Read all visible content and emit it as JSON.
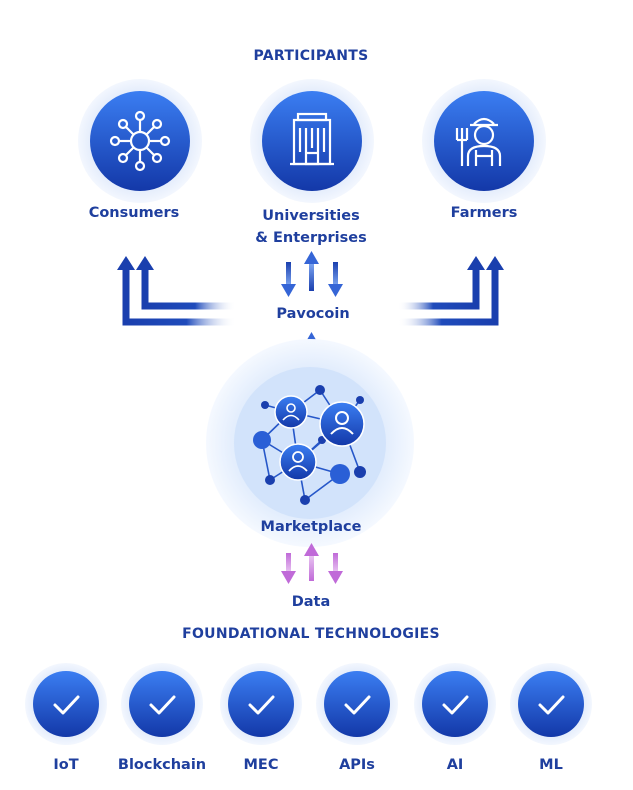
{
  "participants": {
    "heading": "PARTICIPANTS",
    "items": [
      {
        "label": "Consumers",
        "icon": "network-hub-icon"
      },
      {
        "label": "Universities\n& Enterprises",
        "icon": "building-icon"
      },
      {
        "label": "Farmers",
        "icon": "farmer-icon"
      }
    ]
  },
  "pavocoin": {
    "label": "Pavocoin"
  },
  "marketplace": {
    "label": "Marketplace",
    "icon": "people-network-icon"
  },
  "data": {
    "label": "Data"
  },
  "foundational": {
    "heading": "FOUNDATIONAL TECHNOLOGIES",
    "items": [
      {
        "label": "IoT",
        "icon": "checkmark-icon"
      },
      {
        "label": "Blockchain",
        "icon": "checkmark-icon"
      },
      {
        "label": "MEC",
        "icon": "checkmark-icon"
      },
      {
        "label": "APIs",
        "icon": "checkmark-icon"
      },
      {
        "label": "AI",
        "icon": "checkmark-icon"
      },
      {
        "label": "ML",
        "icon": "checkmark-icon"
      }
    ]
  },
  "colors": {
    "primary": "#1f3f9e",
    "badge_dark": "#1440b0",
    "badge_light": "#3a7cf0",
    "halo": "#e6eefb",
    "data_arrow": "#c06ad8"
  }
}
